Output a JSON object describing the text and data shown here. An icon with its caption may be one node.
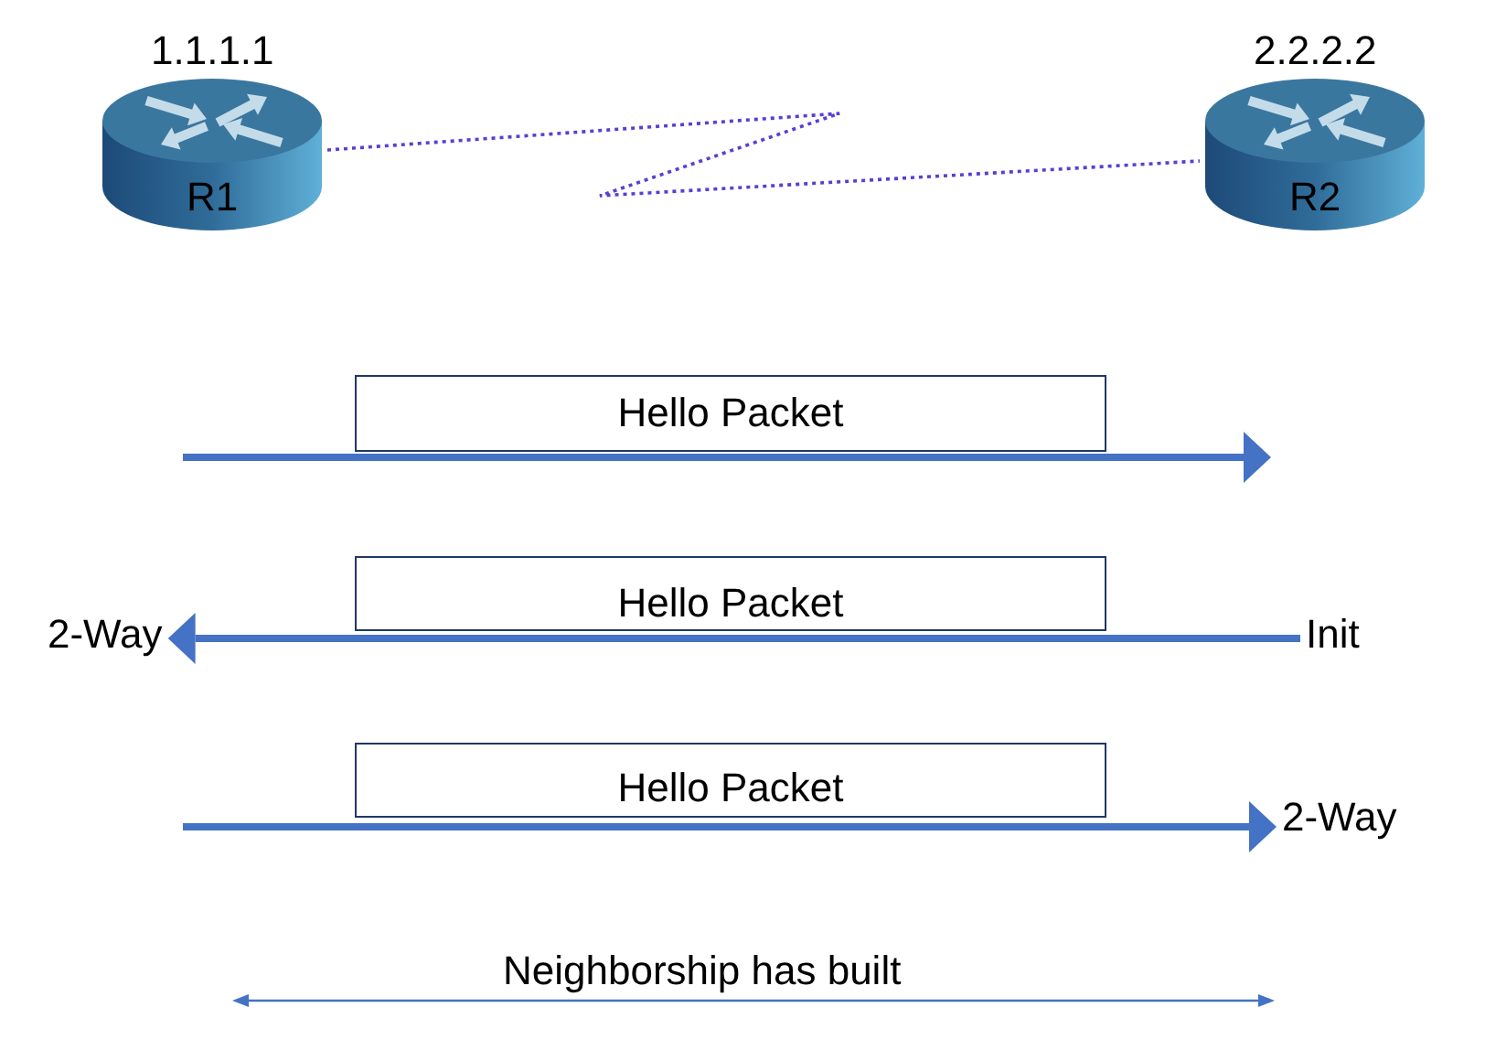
{
  "diagram": {
    "nodes": [
      {
        "text": [
          "R1"
        ],
        "beside": [
          "1.1.1.1"
        ]
      },
      {
        "text": [
          "R2"
        ],
        "beside": [
          "2.2.2.2"
        ]
      },
      {
        "text": [
          "Hello Packet"
        ]
      },
      {
        "text": [
          "2-Way"
        ]
      },
      {
        "text": [
          "Hello Packet"
        ]
      },
      {
        "text": [
          "Init"
        ]
      },
      {
        "text": [
          "Hello Packet"
        ]
      },
      {
        "text": [
          "2-Way"
        ]
      }
    ],
    "edges": [
      {
        "from": 0,
        "to": 1,
        "arrow": "none",
        "style": "dashed",
        "color": "#5a3fd0"
      },
      {
        "from": 5,
        "to": 3,
        "arrow": "to"
      },
      {
        "from": null,
        "to": 7,
        "arrow": "to"
      }
    ],
    "labels": [
      "Neighborship has built"
    ]
  }
}
